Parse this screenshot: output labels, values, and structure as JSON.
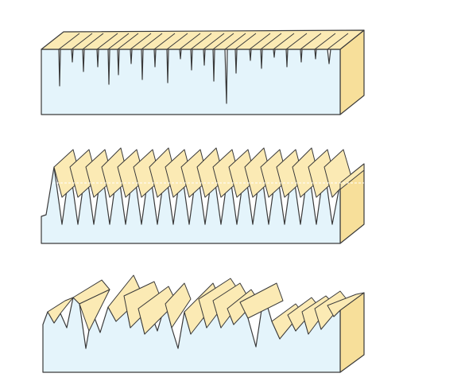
{
  "figure": {
    "colors": {
      "front_face": "#e4f4fb",
      "top_face": "#fbeab4",
      "side_face": "#f7df9a",
      "outline": "#3a3a3a"
    },
    "blocks": [
      {
        "id": "block-1",
        "description_visible": false
      },
      {
        "id": "block-2",
        "description_visible": false
      },
      {
        "id": "block-3",
        "description_visible": false
      }
    ]
  }
}
